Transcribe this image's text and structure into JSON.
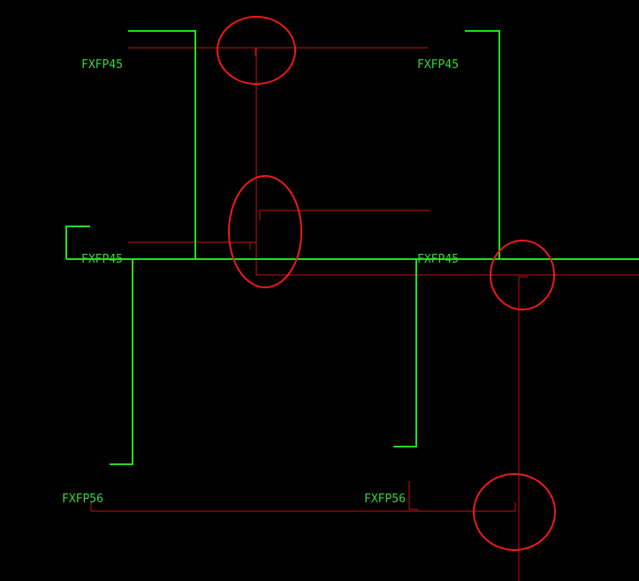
{
  "colors": {
    "background": "#000000",
    "green_line": "#22dd22",
    "red_line": "#cc1111",
    "circle": "#ee1b1b",
    "label": "#3cd43c"
  },
  "labels": {
    "top_left": "FXFP45",
    "top_right": "FXFP45",
    "mid_left": "FXFP45",
    "mid_right": "FXFP45",
    "bottom_left": "FXFP56",
    "bottom_right": "FXFP56"
  }
}
